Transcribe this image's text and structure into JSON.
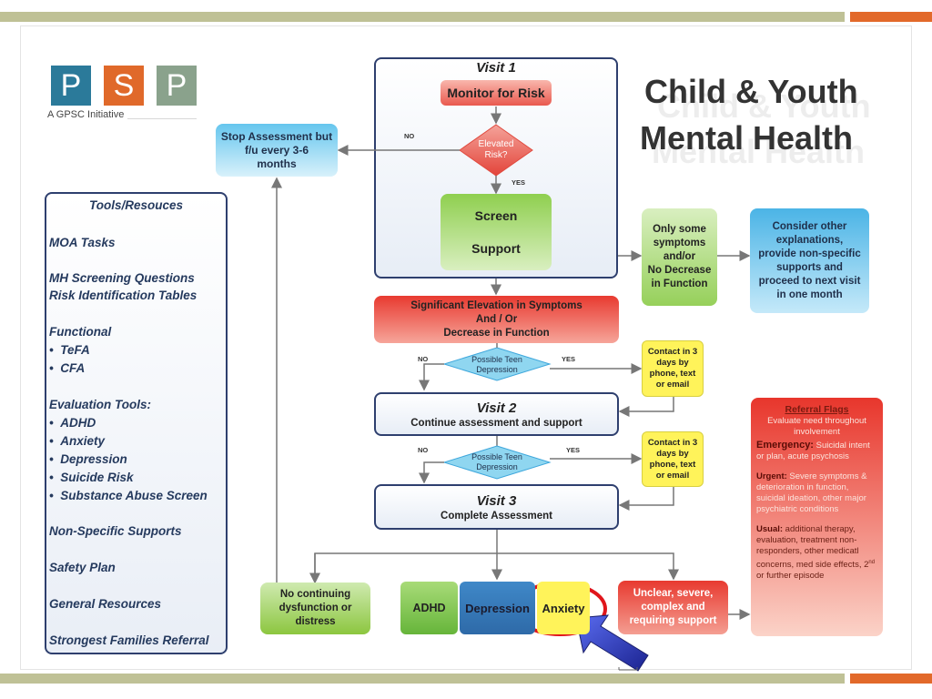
{
  "logo": {
    "letters": [
      "P",
      "S",
      "P"
    ],
    "colors": [
      "#2b7a9a",
      "#e0692a",
      "#8aa28c"
    ],
    "tagline": "A GPSC Initiative"
  },
  "title": {
    "line1": "Child & Youth",
    "line2": "Mental Health"
  },
  "tools": {
    "heading": "Tools/Resouces",
    "moa": "MOA Tasks",
    "mh_screening": "MH Screening Questions",
    "risk_tables": "Risk Identification Tables",
    "functional": "Functional",
    "functional_items": [
      "TeFA",
      "CFA"
    ],
    "evaluation": "Evaluation Tools:",
    "evaluation_items": [
      "ADHD",
      "Anxiety",
      "Depression",
      "Suicide Risk",
      "Substance Abuse Screen"
    ],
    "non_specific": "Non-Specific Supports",
    "safety_plan": "Safety Plan",
    "general": "General Resources",
    "strongest": "Strongest Families Referral"
  },
  "flow": {
    "visit1": "Visit 1",
    "monitor": "Monitor for Risk",
    "elevated_line1": "Elevated",
    "elevated_line2": "Risk?",
    "no": "NO",
    "yes": "YES",
    "stop_line1": "Stop Assessment but",
    "stop_line2": "f/u every 3-6",
    "stop_line3": "months",
    "screen": "Screen",
    "support": "Support",
    "only_some_line1": "Only some",
    "only_some_line2": "symptoms",
    "only_some_line3": "and/or",
    "only_some_line4": "No Decrease",
    "only_some_line5": "in Function",
    "consider_line1": "Consider other",
    "consider_line2": "explanations,",
    "consider_line3": "provide non-specific",
    "consider_line4": "supports and",
    "consider_line5": "proceed to next visit",
    "consider_line6": "in one month",
    "significant_line1": "Significant Elevation in Symptoms",
    "significant_line2": "And / Or",
    "significant_line3": "Decrease in Function",
    "teen_line1": "Possible Teen",
    "teen_line2": "Depression",
    "contact_line1": "Contact in 3",
    "contact_line2": "days by",
    "contact_line3": "phone, text",
    "contact_line4": "or email",
    "visit2": "Visit 2",
    "visit2_sub": "Continue assessment and support",
    "visit3": "Visit 3",
    "visit3_sub": "Complete Assessment",
    "no_continuing_line1": "No continuing",
    "no_continuing_line2": "dysfunction or",
    "no_continuing_line3": "distress",
    "adhd": "ADHD",
    "depression": "Depression",
    "anxiety": "Anxiety",
    "unclear_line1": "Unclear, severe,",
    "unclear_line2": "complex and",
    "unclear_line3": "requiring support"
  },
  "referral": {
    "title": "Referral Flags",
    "subtitle_line1": "Evaluate need throughout",
    "subtitle_line2": "involvement",
    "emergency_label": "Emergency:",
    "emergency_text": " Suicidal intent or plan, acute psychosis",
    "urgent_label": "Urgent:",
    "urgent_text": " Severe symptoms & deterioration in function, suicidal ideation, other major psychiatric conditions",
    "usual_label": "Usual:",
    "usual_text": " additional therapy, evaluation, treatment non-responders, other medicatl concerns, med side effects, 2",
    "usual_sup": "nd",
    "usual_end": " or further episode"
  },
  "colors": {
    "olive_bar": "#bfc196",
    "orange_bar": "#e2692a",
    "navy": "#2e3f6e",
    "red": "#e03a2f",
    "green": "#8cc63f",
    "yellow": "#fff35a",
    "blue": "#3ea7dc",
    "highlight_ring": "#e0161b",
    "pointer_arrow": "#2a33a8"
  }
}
